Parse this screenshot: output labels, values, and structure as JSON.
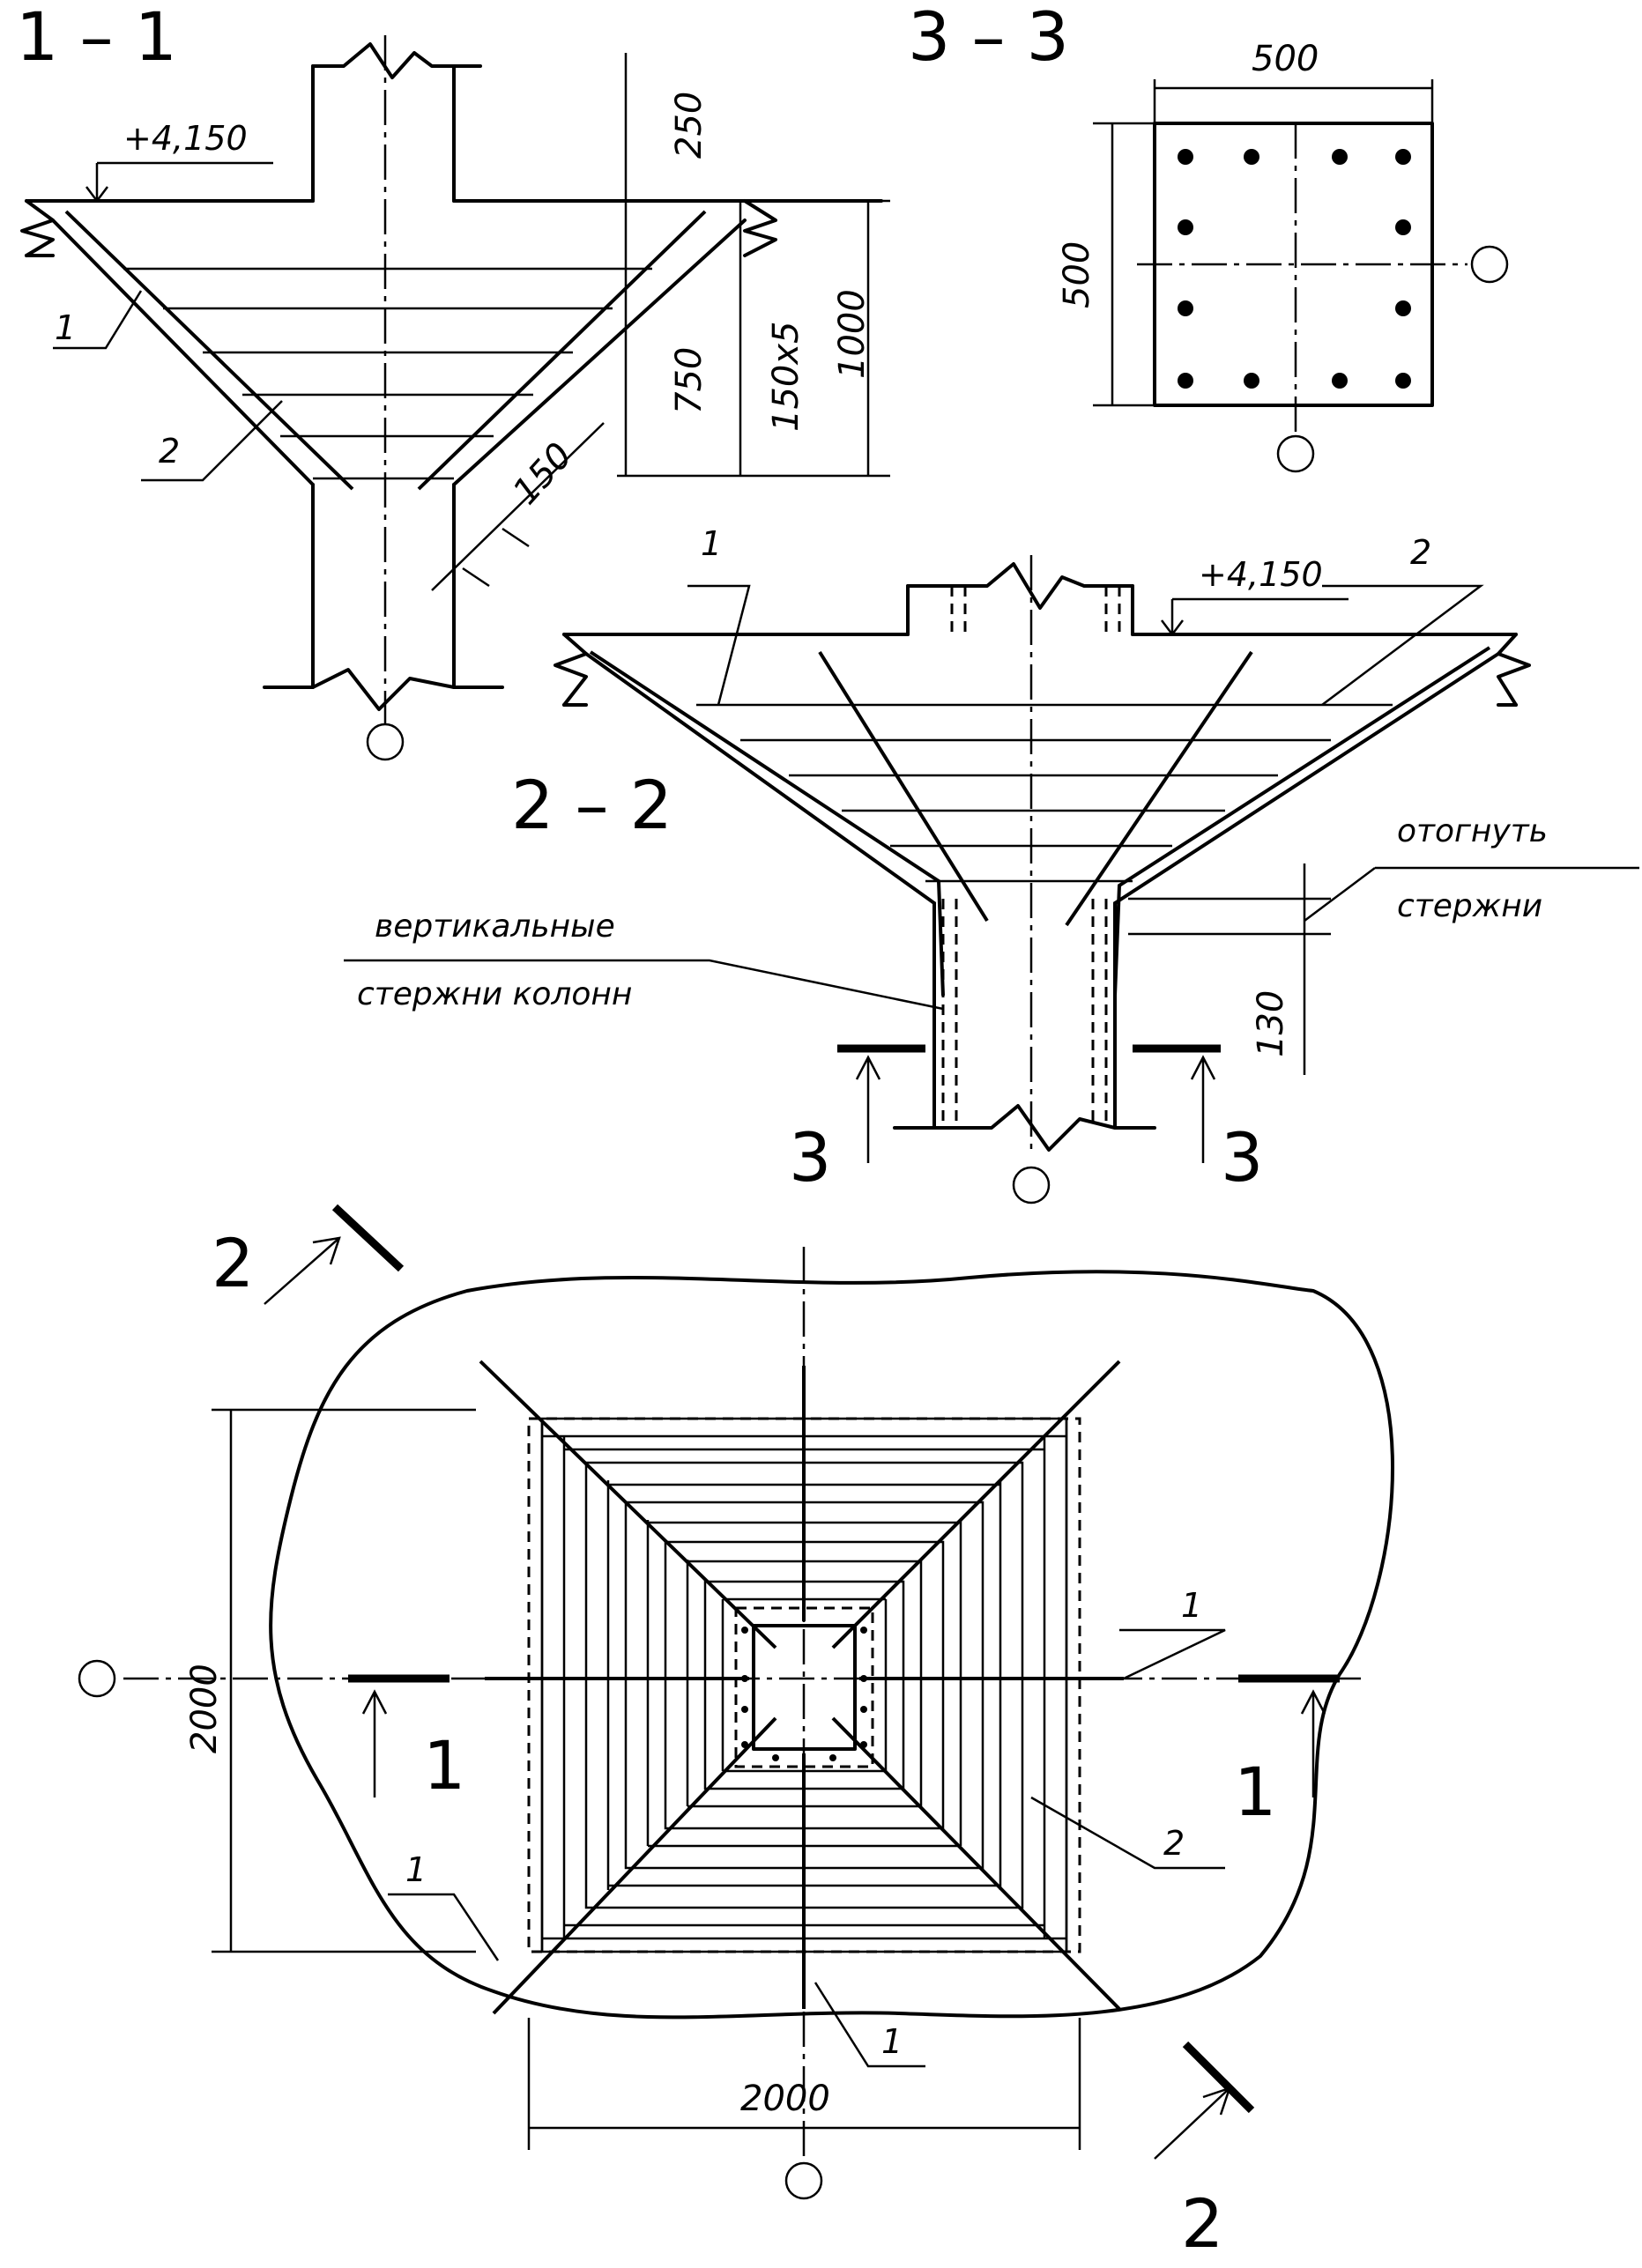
{
  "sections": {
    "s1": "1 – 1",
    "s2": "2 – 2",
    "s3": "3 – 3"
  },
  "elevations": {
    "a": "+4,150",
    "b": "+4,150"
  },
  "dimensions": {
    "d250": "250",
    "d750": "750",
    "d150x5": "150x5",
    "d1000": "1000",
    "d150": "150",
    "d500h": "500",
    "d500v": "500",
    "d130": "130",
    "d2000v": "2000",
    "d2000h": "2000"
  },
  "callouts": {
    "c1a": "1",
    "c2a": "2",
    "c1b": "1",
    "c2b": "2",
    "c1c": "1",
    "c1d": "1",
    "c2c": "2",
    "c1e": "1"
  },
  "cut_marks": {
    "three_left": "3",
    "three_right": "3",
    "one_left": "1",
    "one_right": "1",
    "two_top": "2",
    "two_bottom": "2"
  },
  "notes": {
    "vertical_line1": "вертикальные",
    "vertical_line2": "стержни колонн",
    "bend_line1": "отогнуть",
    "bend_line2": "стержни"
  }
}
